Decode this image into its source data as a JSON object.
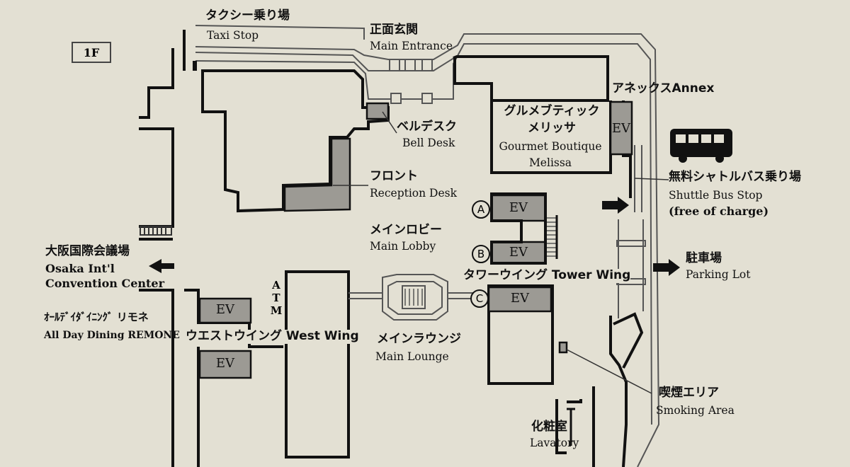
{
  "floor": "1F",
  "labels": {
    "taxi_ja": "タクシー乗り場",
    "taxi_en": "Taxi Stop",
    "entrance_ja": "正面玄関",
    "entrance_en": "Main Entrance",
    "annex": "アネックスAnnex",
    "bell_ja": "ベルデスク",
    "bell_en": "Bell Desk",
    "gourmet_ja1": "グルメブティック",
    "gourmet_ja2": "メリッサ",
    "gourmet_en1": "Gourmet Boutique",
    "gourmet_en2": "Melissa",
    "shuttle_ja": "無料シャトルバス乗り場",
    "shuttle_en1": "Shuttle Bus Stop",
    "shuttle_en2": "(free of charge)",
    "front_ja": "フロント",
    "front_en": "Reception Desk",
    "lobby_ja": "メインロビー",
    "lobby_en": "Main Lobby",
    "parking_ja": "駐車場",
    "parking_en": "Parking Lot",
    "osaka_ja": "大阪国際会議場",
    "osaka_en1": "Osaka Int'l",
    "osaka_en2": "Convention Center",
    "tower": "タワーウイング Tower Wing",
    "remone_ja": "ｵｰﾙﾃﾞｲﾀﾞｲﾆﾝｸﾞ リモネ",
    "remone_en": "All Day Dining REMONE",
    "west": "ウエストウイング West Wing",
    "lounge_ja": "メインラウンジ",
    "lounge_en": "Main Lounge",
    "smoking_ja": "喫煙エリア",
    "smoking_en": "Smoking Area",
    "lav_ja": "化粧室",
    "lav_en": "Lavatory"
  },
  "elevators": {
    "a_mark": "A",
    "b_mark": "B",
    "c_mark": "C",
    "ev": "EV",
    "atm": [
      "A",
      "T",
      "M"
    ]
  },
  "colors": {
    "background": "#e3e0d3",
    "wall": "#111111",
    "fill": "#9c9a94",
    "road": "#555555"
  }
}
